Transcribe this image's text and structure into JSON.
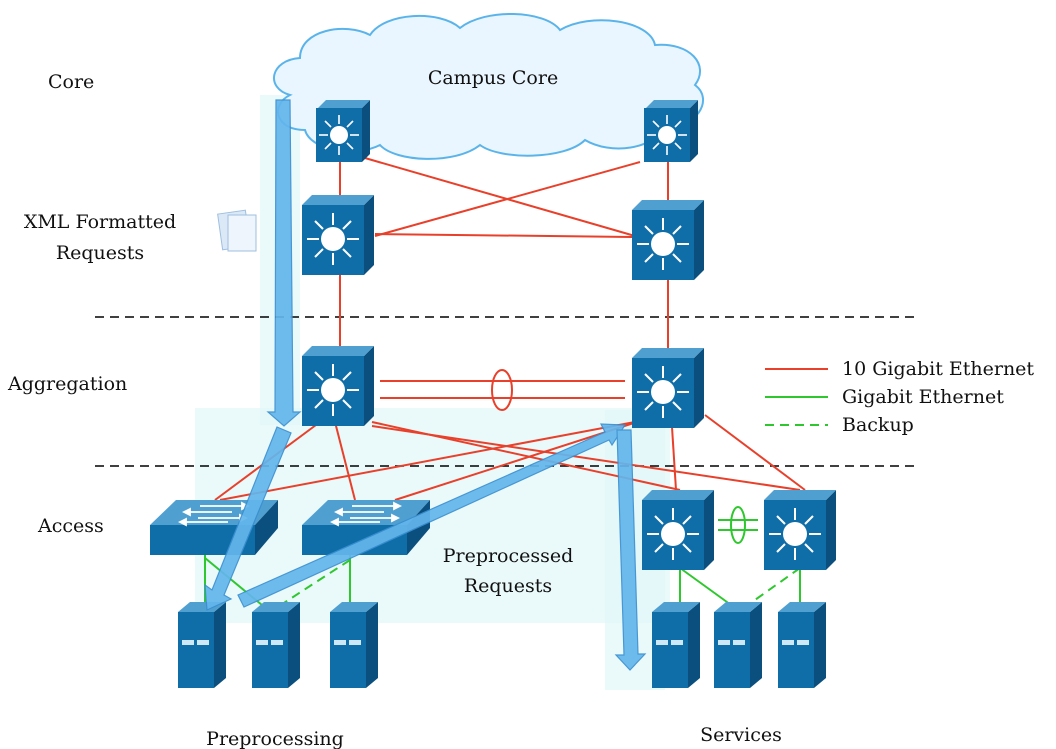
{
  "labels": {
    "cloud": "Campus Core",
    "core": "Core",
    "xml_line1": "XML Formatted",
    "xml_line2": "Requests",
    "aggregation": "Aggregation",
    "access": "Access",
    "pre_line1": "Preprocessed",
    "pre_line2": "Requests",
    "preprocessing": "Preprocessing",
    "services": "Services"
  },
  "legend": [
    {
      "label": "10 Gigabit Ethernet",
      "color": "#e8402a",
      "dash": false
    },
    {
      "label": "Gigabit Ethernet",
      "color": "#2ec82e",
      "dash": false
    },
    {
      "label": "Backup",
      "color": "#2ec82e",
      "dash": true
    }
  ],
  "colors": {
    "ten_gig": "#e8402a",
    "gig": "#2ec82e",
    "device_front": "#0f6ea8",
    "device_top": "#4f9fd0",
    "device_side": "#0a4f7d",
    "arrow": "#63b6ec",
    "highlight": "#e1f6f8"
  },
  "icons": {
    "core_switch": "layer3-switch-icon",
    "access_switch": "workgroup-switch-icon",
    "server": "server-tower-icon",
    "documents": "document-stack-icon",
    "cloud": "cloud-icon"
  }
}
